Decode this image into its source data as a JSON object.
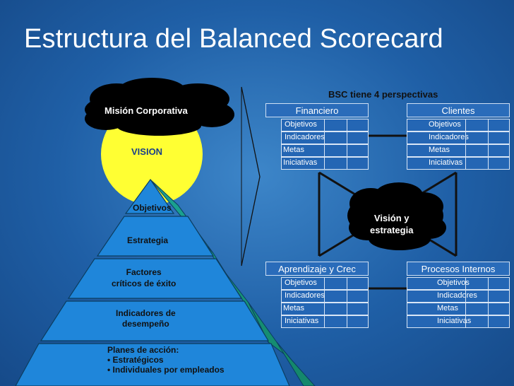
{
  "title": "Estructura del Balanced Scorecard",
  "subtitle": "BSC tiene 4 perspectivas",
  "mision": "Misión Corporativa",
  "vision": "VISION",
  "center": "Visión y\nestrategia",
  "pyramid": {
    "objetivos": "Objetivos",
    "estrategia": "Estrategia",
    "factores": "Factores\ncríticos de éxito",
    "indicadores": "Indicadores de\ndesempeño",
    "planes_title": "Planes de acción:",
    "planes_items": [
      "Estratégicos",
      "Individuales por empleados"
    ]
  },
  "perspectives": {
    "financiero": {
      "name": "Financiero",
      "rows": [
        "Objetivos",
        "Indicadores",
        "Metas",
        "Iniciativas"
      ]
    },
    "clientes": {
      "name": "Clientes",
      "rows": [
        "Objetivos",
        "Indicadores",
        "Metas",
        "Iniciativas"
      ]
    },
    "aprendizaje": {
      "name": "Aprendizaje y Crec",
      "rows": [
        "Objetivos",
        "Indicadores",
        "Metas",
        "Iniciativas"
      ]
    },
    "procesos": {
      "name": "Procesos Internos",
      "rows": [
        "Objetivos",
        "Indicadores",
        "Metas",
        "Iniciativas"
      ]
    }
  },
  "colors": {
    "background": "#1f5fa6",
    "pyramid_face": "#1e7fd6",
    "pyramid_side": "#1a9a8a",
    "vision_sun": "#ffff33",
    "cloud": "#000000"
  }
}
